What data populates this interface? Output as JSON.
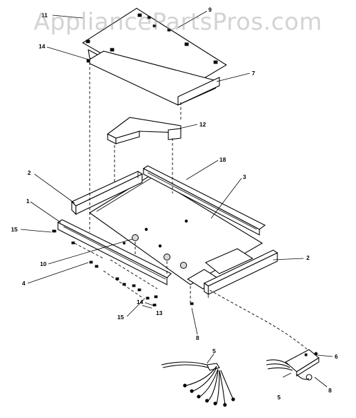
{
  "watermark": "AppliancePartsPros.com",
  "callouts": {
    "c1": "1",
    "c2a": "2",
    "c2b": "2",
    "c3": "3",
    "c4": "4",
    "c5a": "5",
    "c5b": "5",
    "c6": "6",
    "c7": "7",
    "c8a": "8",
    "c8b": "8",
    "c9": "9",
    "c10": "10",
    "c11": "11",
    "c12": "12",
    "c13": "13",
    "c14a": "14",
    "c14b": "14",
    "c15a": "15",
    "c15b": "15",
    "c18": "18"
  }
}
